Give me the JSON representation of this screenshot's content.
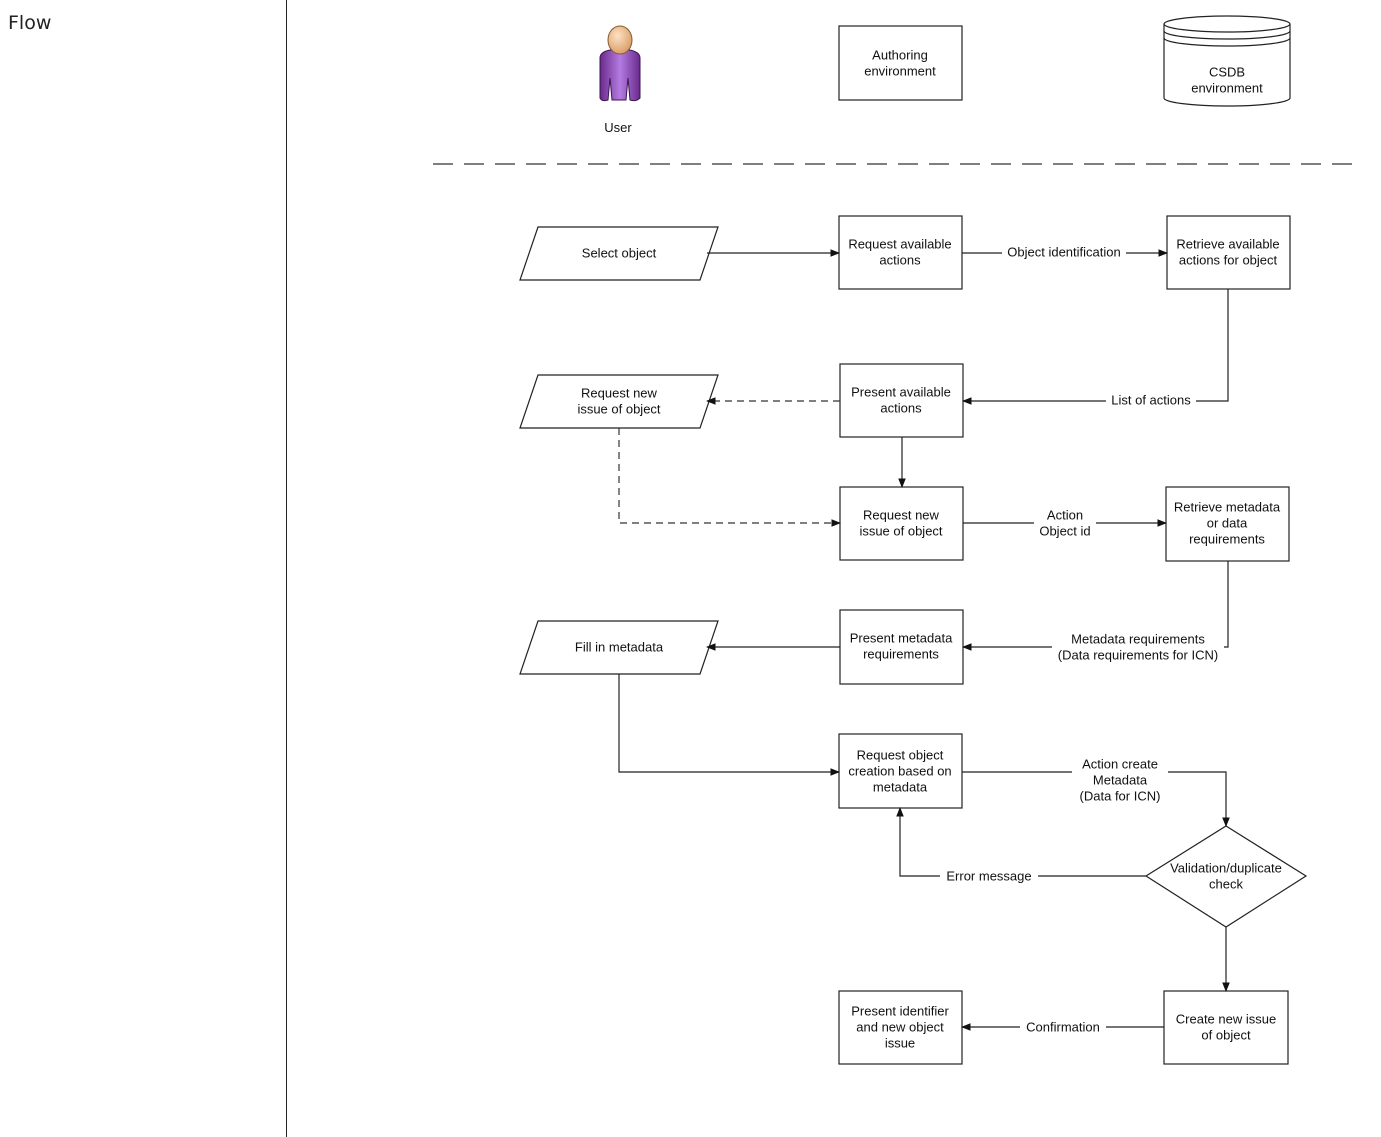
{
  "side_title": "Flow",
  "lanes": {
    "user": "User",
    "authoring": [
      "Authoring",
      "environment"
    ],
    "csdb": [
      "CSDB",
      "environment"
    ]
  },
  "nodes": {
    "select_object": [
      "Select object"
    ],
    "request_actions": [
      "Request available",
      "actions"
    ],
    "retrieve_actions": [
      "Retrieve available",
      "actions for object"
    ],
    "request_new_issue_input": [
      "Request new",
      "issue of object"
    ],
    "present_actions": [
      "Present available",
      "actions"
    ],
    "request_new_issue": [
      "Request new",
      "issue of object"
    ],
    "retrieve_metadata": [
      "Retrieve metadata",
      "or data",
      "requirements"
    ],
    "fill_metadata": [
      "Fill in metadata"
    ],
    "present_metadata": [
      "Present metadata",
      "requirements"
    ],
    "request_creation": [
      "Request object",
      "creation based on",
      "metadata"
    ],
    "validation": [
      "Validation/duplicate",
      "check"
    ],
    "present_identifier": [
      "Present identifier",
      "and new object",
      "issue"
    ],
    "create_new_issue": [
      "Create new issue",
      "of object"
    ]
  },
  "edge_labels": {
    "object_identification": [
      "Object identification"
    ],
    "list_of_actions": [
      "List of actions"
    ],
    "action_object_id": [
      "Action",
      "Object id"
    ],
    "metadata_requirements": [
      "Metadata requirements",
      "(Data requirements for ICN)"
    ],
    "action_create": [
      "Action create",
      "Metadata",
      "(Data for ICN)"
    ],
    "error_message": [
      "Error message"
    ],
    "confirmation": [
      "Confirmation"
    ]
  }
}
